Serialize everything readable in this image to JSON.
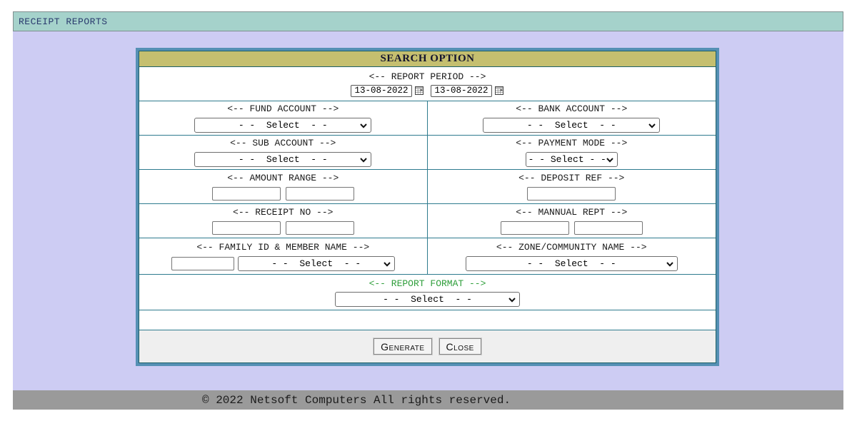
{
  "app": {
    "title": "RECEIPT REPORTS"
  },
  "panel": {
    "title": "SEARCH OPTION",
    "report_period": {
      "label": "<-- REPORT PERIOD -->",
      "from_date": "13-08-2022",
      "to_date": "13-08-2022"
    },
    "fund_account": {
      "label": "<-- FUND ACCOUNT -->",
      "value": "- -  Select  - -"
    },
    "bank_account": {
      "label": "<-- BANK ACCOUNT -->",
      "value": "- -  Select  - -"
    },
    "sub_account": {
      "label": "<-- SUB ACCOUNT -->",
      "value": "- -  Select  - -"
    },
    "payment_mode": {
      "label": "<-- PAYMENT MODE -->",
      "value": "- - Select - -"
    },
    "amount_range": {
      "label": "<-- AMOUNT RANGE -->",
      "min": "",
      "max": ""
    },
    "deposit_ref": {
      "label": "<-- DEPOSIT REF -->",
      "value": ""
    },
    "receipt_no": {
      "label": "<-- RECEIPT NO -->",
      "from": "",
      "to": ""
    },
    "mannual_rept": {
      "label": "<-- MANNUAL REPT -->",
      "from": "",
      "to": ""
    },
    "family": {
      "label": "<-- FAMILY ID & MEMBER NAME -->",
      "id_value": "",
      "member_value": "- -  Select  - -"
    },
    "zone": {
      "label": "<-- ZONE/COMMUNITY NAME -->",
      "value": "- -  Select  - -"
    },
    "report_format": {
      "label": "<-- REPORT FORMAT -->",
      "value": "- -  Select  - -"
    },
    "buttons": {
      "generate": "Generate",
      "close": "Close"
    }
  },
  "footer": {
    "copyright": "© 2022 Netsoft Computers All rights reserved."
  },
  "colors": {
    "page_background": "#cdccf3",
    "app_header_background": "#a5d2cb",
    "app_header_text": "#2a3b6e",
    "panel_border": "#5590b4",
    "panel_inner_border": "#1d5f66",
    "panel_header_background": "#c5bf6f",
    "row_divider": "#2e7b8e",
    "report_format_label": "#2e9e3a",
    "footer_background": "#9a9a9a",
    "buttons_row_background": "#efefef"
  }
}
